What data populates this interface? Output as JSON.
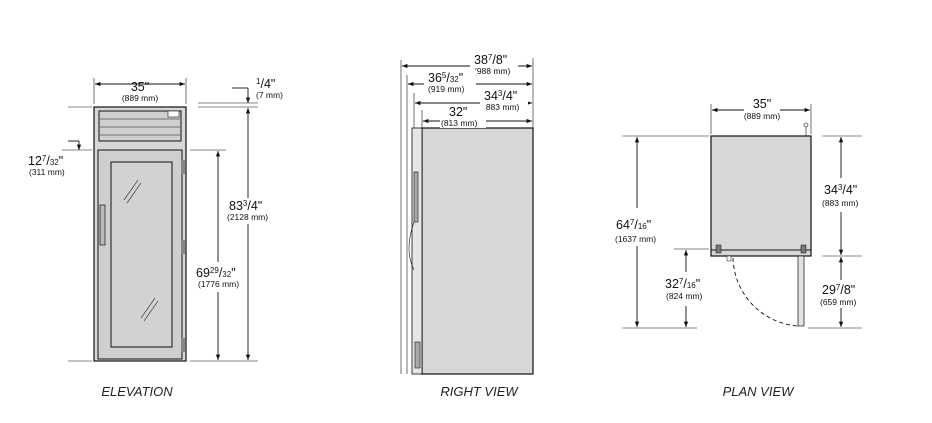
{
  "elevation": {
    "view_label": "ELEVATION",
    "width_in": "35\"",
    "width_mm": "(889 mm)",
    "top_gap": {
      "whole": "",
      "num": "1",
      "den": "4",
      "suffix": "\""
    },
    "top_gap_mm": "(7 mm)",
    "top_offset": {
      "whole": "12",
      "num": "7",
      "den": "32",
      "suffix": "\""
    },
    "top_offset_mm": "(311 mm)",
    "overall_height": {
      "whole": "83",
      "num": "3",
      "den": "4",
      "suffix": "\""
    },
    "overall_height_mm": "(2128 mm)",
    "door_height": {
      "whole": "69",
      "num": "29",
      "den": "32",
      "suffix": "\""
    },
    "door_height_mm": "(1776 mm)"
  },
  "right_view": {
    "view_label": "RIGHT VIEW",
    "d1": {
      "whole": "38",
      "num": "7",
      "den": "8",
      "suffix": "\""
    },
    "d1_mm": "(988 mm)",
    "d2": {
      "whole": "36",
      "num": "5",
      "den": "32",
      "suffix": "\""
    },
    "d2_mm": "(919 mm)",
    "d3": {
      "whole": "34",
      "num": "3",
      "den": "4",
      "suffix": "\""
    },
    "d3_mm": "(883 mm)",
    "d4": "32\"",
    "d4_mm": "(813 mm)"
  },
  "plan_view": {
    "view_label": "PLAN VIEW",
    "width_in": "35\"",
    "width_mm": "(889 mm)",
    "total_depth": {
      "whole": "64",
      "num": "7",
      "den": "16",
      "suffix": "\""
    },
    "total_depth_mm": "(1637 mm)",
    "cabinet_depth": {
      "whole": "34",
      "num": "3",
      "den": "4",
      "suffix": "\""
    },
    "cabinet_depth_mm": "(883 mm)",
    "swing_left": {
      "whole": "32",
      "num": "7",
      "den": "16",
      "suffix": "\""
    },
    "swing_left_mm": "(824 mm)",
    "swing_right": {
      "whole": "29",
      "num": "7",
      "den": "8",
      "suffix": "\""
    },
    "swing_right_mm": "(659 mm)"
  }
}
